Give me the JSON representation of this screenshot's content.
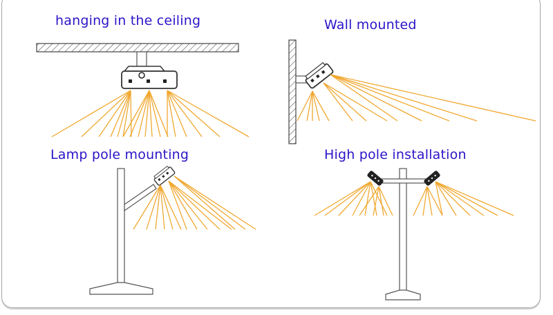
{
  "colors": {
    "label": "#2a14c8",
    "beam": "#f0a830",
    "outline": "#444444"
  },
  "panels": [
    {
      "id": "ceiling",
      "title": "hanging in the ceiling",
      "icon": "ceiling-mounted-floodlight"
    },
    {
      "id": "wall",
      "title": "Wall mounted",
      "icon": "wall-mounted-floodlight"
    },
    {
      "id": "lamp-pole",
      "title": "Lamp pole mounting",
      "icon": "lamp-pole-floodlight"
    },
    {
      "id": "high-pole",
      "title": "High pole installation",
      "icon": "high-pole-floodlight"
    }
  ]
}
